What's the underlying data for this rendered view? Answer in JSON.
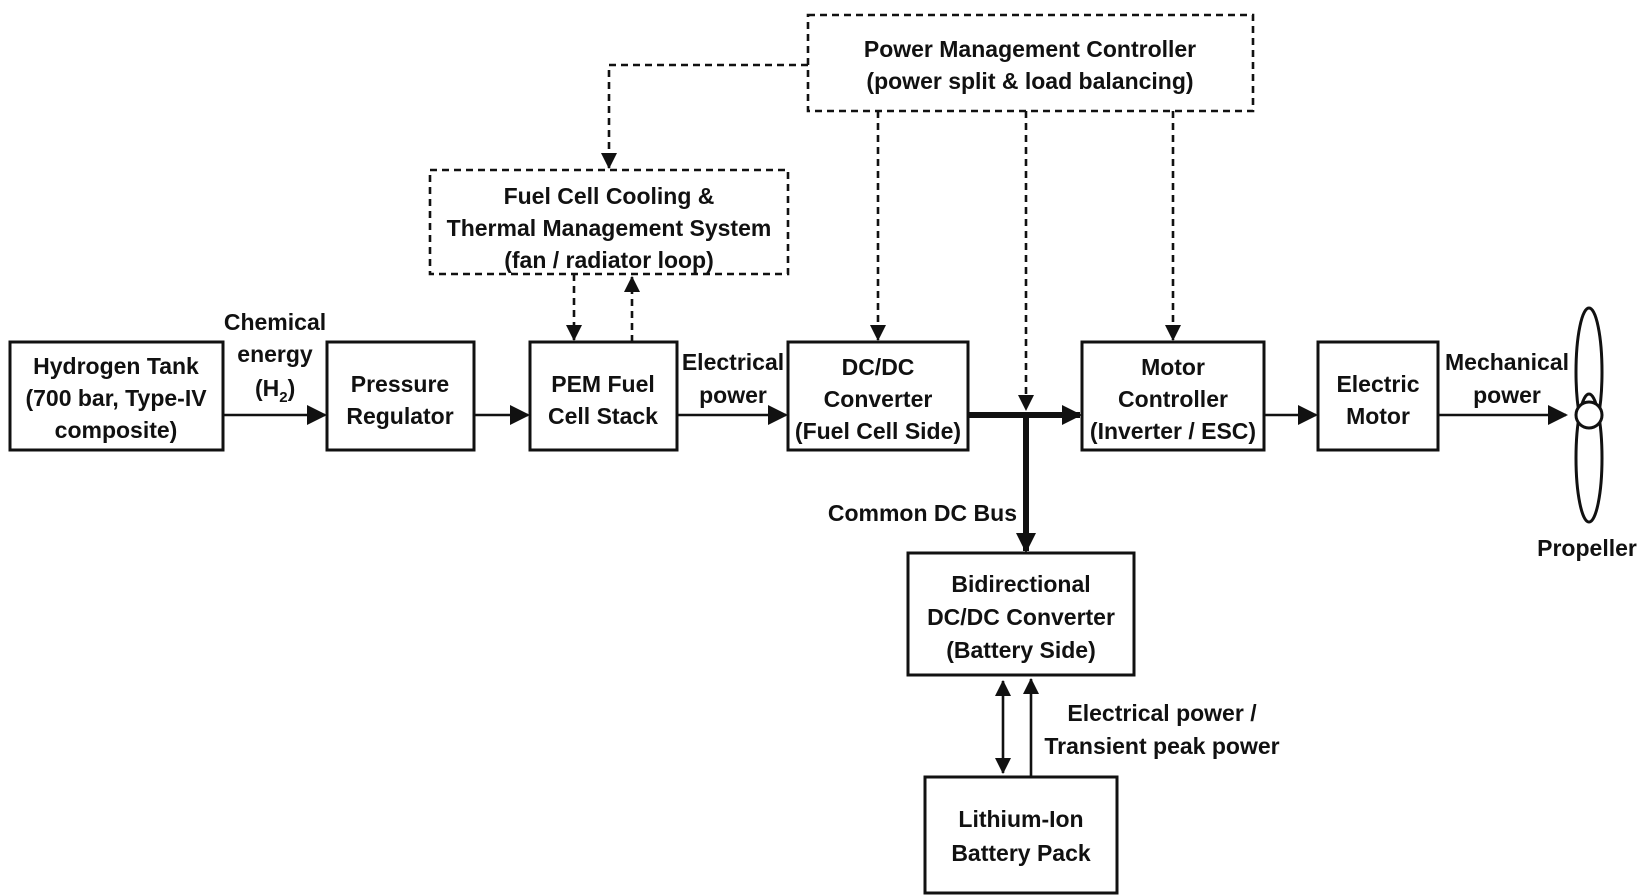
{
  "nodes": {
    "hydrogen_tank": [
      "Hydrogen Tank",
      "(700 bar, Type-IV",
      "composite)"
    ],
    "pressure_regulator": [
      "Pressure",
      "Regulator"
    ],
    "fuel_cell_stack": [
      "PEM Fuel",
      "Cell Stack"
    ],
    "dcdc_fc": [
      "DC/DC",
      "Converter",
      "(Fuel Cell Side)"
    ],
    "motor_controller": [
      "Motor",
      "Controller",
      "(Inverter / ESC)"
    ],
    "electric_motor": [
      "Electric",
      "Motor"
    ],
    "cooling": [
      "Fuel Cell Cooling &",
      "Thermal Management System",
      "(fan / radiator loop)"
    ],
    "pmc": [
      "Power Management Controller",
      "(power split & load balancing)"
    ],
    "bidir": [
      "Bidirectional",
      "DC/DC Converter",
      "(Battery Side)"
    ],
    "battery": [
      "Lithium-Ion",
      "Battery Pack"
    ],
    "propeller": "Propeller"
  },
  "edge_labels": {
    "chemical": [
      "Chemical",
      "energy"
    ],
    "h2_open": "(H",
    "h2_sub": "2",
    "h2_close": ")",
    "electrical": [
      "Electrical",
      "power"
    ],
    "mechanical": [
      "Mechanical",
      "power"
    ],
    "bus": "Common DC Bus",
    "battery_power": [
      "Electrical power /",
      "Transient peak power"
    ]
  }
}
